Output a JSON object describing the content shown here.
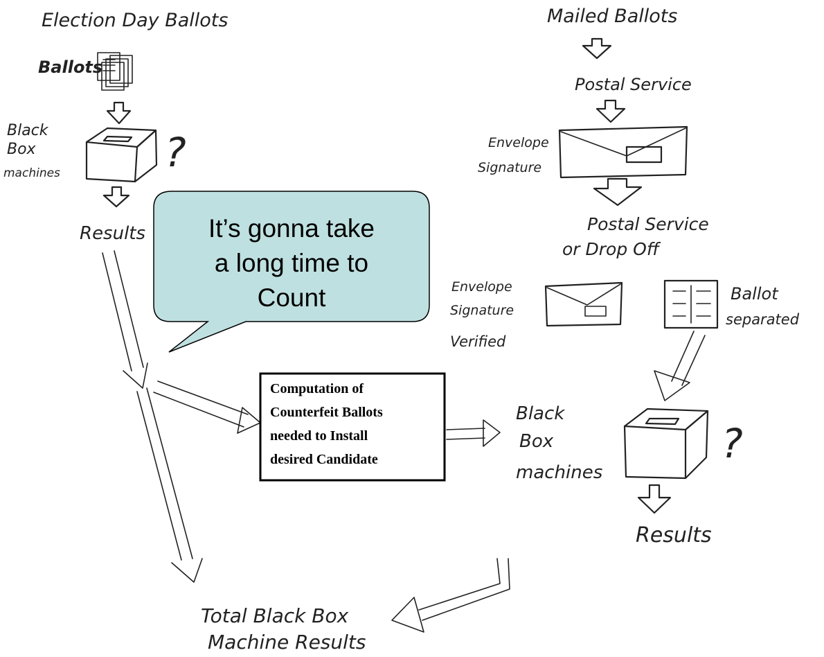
{
  "left_column": {
    "title": "Election Day Ballots",
    "ballots_label": "Ballots",
    "machine_label_1": "Black",
    "machine_label_2": "Box",
    "machine_label_3": "machines",
    "question_mark": "?",
    "results_label": "Results"
  },
  "right_column": {
    "title": "Mailed Ballots",
    "postal_service": "Postal Service",
    "envelope_label_1": "Envelope",
    "envelope_label_2": "Signature",
    "postal_or_drop_1": "Postal Service",
    "postal_or_drop_2": "or Drop Off",
    "verified_1": "Envelope",
    "verified_2": "Signature",
    "verified_3": "Verified",
    "ballot_sep_1": "Ballot",
    "ballot_sep_2": "separated",
    "machine_label_1": "Black",
    "machine_label_2": "Box",
    "machine_label_3": "machines",
    "question_mark": "?",
    "results_label": "Results"
  },
  "bubble": {
    "line1": "It’s gonna take",
    "line2": "a long time to",
    "line3": "Count",
    "fill": "#bfe0e0"
  },
  "computation_box": {
    "line1": "Computation of",
    "line2": "Counterfeit Ballots",
    "line3": "needed to Install",
    "line4": "desired Candidate"
  },
  "total": {
    "line1": "Total Black Box",
    "line2": "Machine Results"
  }
}
